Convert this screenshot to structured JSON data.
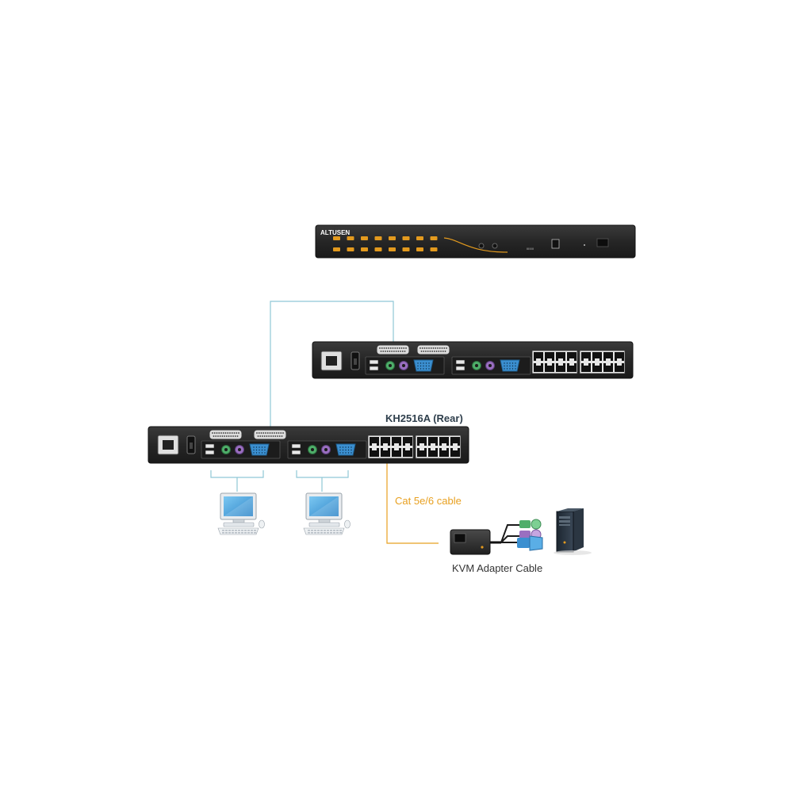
{
  "front_unit": {
    "brand": "ALTUSEN",
    "tag": "IIIIIIII"
  },
  "rear_label": "KH2516A (Rear)",
  "cable_label": "Cat 5e/6 cable",
  "adapter_label": "KVM Adapter Cable",
  "colors": {
    "chassis": "#2a2a2a",
    "chassis_edge": "#141414",
    "connector_line": "#8fc7d6",
    "cat5_line": "#e8a020",
    "rear_label": "#2f3f4c",
    "accent_orange": "#e39a1e",
    "ps2_green": "#4fae6a",
    "ps2_purple": "#9a6fc0",
    "vga_blue": "#3b8fd0",
    "monitor_blue": "#3aa3e3"
  }
}
